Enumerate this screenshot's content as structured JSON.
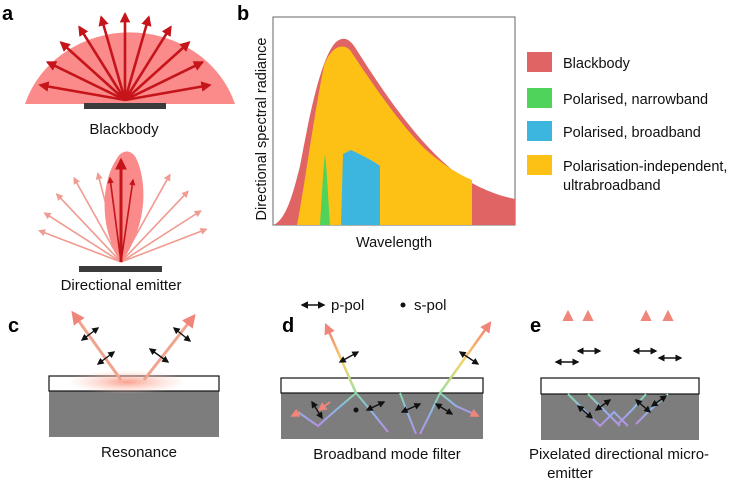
{
  "panels": {
    "a": {
      "letter": "a",
      "top_caption": "Blackbody",
      "bottom_caption": "Directional emitter"
    },
    "b": {
      "letter": "b",
      "ylabel": "Directional spectral radiance",
      "xlabel": "Wavelength",
      "legend": [
        {
          "label": "Blackbody",
          "color": "#e06464"
        },
        {
          "label": "Polarised, narrowband",
          "color": "#4fd35b"
        },
        {
          "label": "Polarised, broadband",
          "color": "#3db6df"
        },
        {
          "label_line1": "Polarisation-independent,",
          "label_line2": "ultrabroadband",
          "color": "#fdc116"
        }
      ]
    },
    "polarisation_key": {
      "p_pol": "p-pol",
      "s_pol": "s-pol"
    },
    "c": {
      "letter": "c",
      "caption": "Resonance"
    },
    "d": {
      "letter": "d",
      "caption": "Broadband mode filter"
    },
    "e": {
      "letter": "e",
      "caption_line1": "Pixelated directional micro-",
      "caption_line2": "emitter"
    }
  },
  "colors": {
    "blackbody_fill": "#fb8a8a",
    "arrow_red": "#c5151b",
    "arrow_light": "#f09a90",
    "substrate": "#7d7d7d",
    "rainbow": [
      "#fb7f6a",
      "#fdc06a",
      "#b5e27a",
      "#7fd8b8",
      "#8fb9ea",
      "#b98fe6"
    ]
  }
}
